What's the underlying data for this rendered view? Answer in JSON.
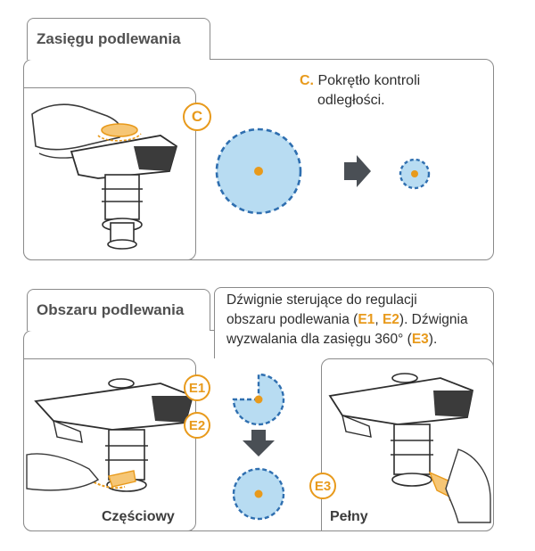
{
  "range_section": {
    "title": "Zasięgu podlewania",
    "badge": "C",
    "desc_letter": "C.",
    "desc_line1": "Pokrętło kontroli",
    "desc_line2": "odległości."
  },
  "area_section": {
    "title": "Obszaru podlewania",
    "desc_line1": "Dźwignie sterujące do regulacji",
    "desc_line2_pre": "obszaru podlewania (",
    "desc_e1": "E1",
    "desc_sep": ", ",
    "desc_e2": "E2",
    "desc_line2_post": "). Dźwignia",
    "desc_line3_pre": "wyzwalania dla zasięgu 360° (",
    "desc_e3": "E3",
    "desc_line3_post": ").",
    "badge_e1": "E1",
    "badge_e2": "E2",
    "badge_e3": "E3",
    "label_partial": "Częściowy",
    "label_full": "Pełny"
  },
  "colors": {
    "accent": "#e89a1c",
    "spray_fill": "#b8dcf2",
    "spray_border": "#2f6fb0",
    "arrow": "#4a4f55",
    "line": "#8a8a8a"
  }
}
